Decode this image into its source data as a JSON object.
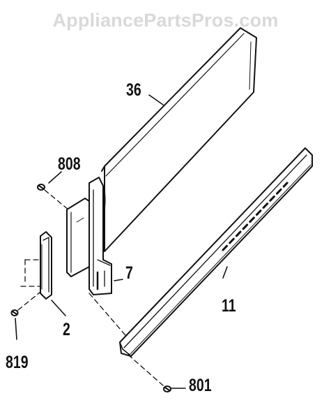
{
  "watermark": "AppliancePartsPros.com",
  "callouts": {
    "part_36": "36",
    "part_808": "808",
    "part_7": "7",
    "part_11": "11",
    "part_2": "2",
    "part_819": "819",
    "part_801": "801"
  },
  "colors": {
    "line": "#111111",
    "background": "#ffffff",
    "watermark": "#d9d9d9"
  }
}
